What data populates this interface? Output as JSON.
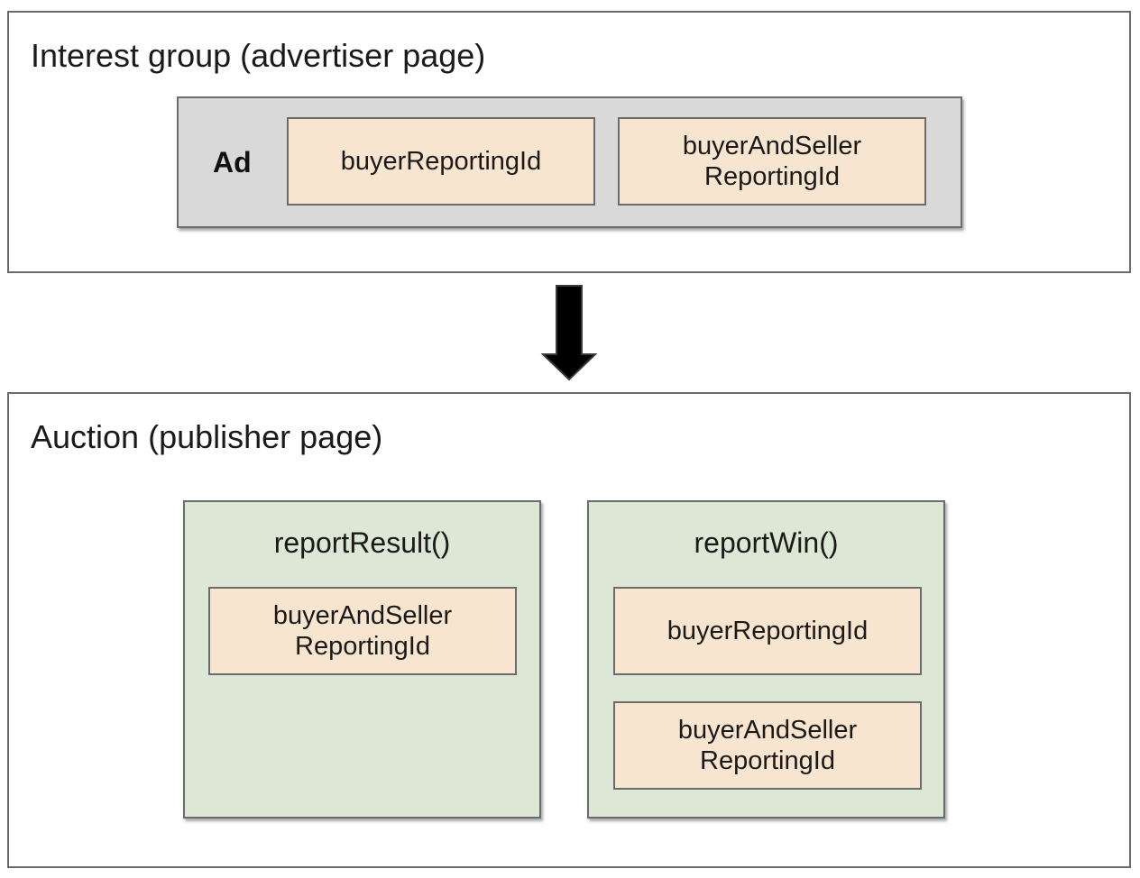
{
  "interest_group": {
    "title": "Interest group (advertiser page)",
    "ad": {
      "label": "Ad",
      "fields": [
        "buyerReportingId",
        "buyerAndSeller\nReportingId"
      ]
    }
  },
  "auction": {
    "title": "Auction (publisher page)",
    "report_result": {
      "title": "reportResult()",
      "fields": [
        "buyerAndSeller\nReportingId"
      ]
    },
    "report_win": {
      "title": "reportWin()",
      "fields": [
        "buyerReportingId",
        "buyerAndSeller\nReportingId"
      ]
    }
  },
  "colors": {
    "ad_box": "#d9d9d9",
    "id_box": "#f8e5cf",
    "function_box": "#dce8d5",
    "border": "#6b6b6b",
    "arrow": "#000000"
  },
  "icons": {
    "flow_arrow": "down-arrow-icon"
  }
}
